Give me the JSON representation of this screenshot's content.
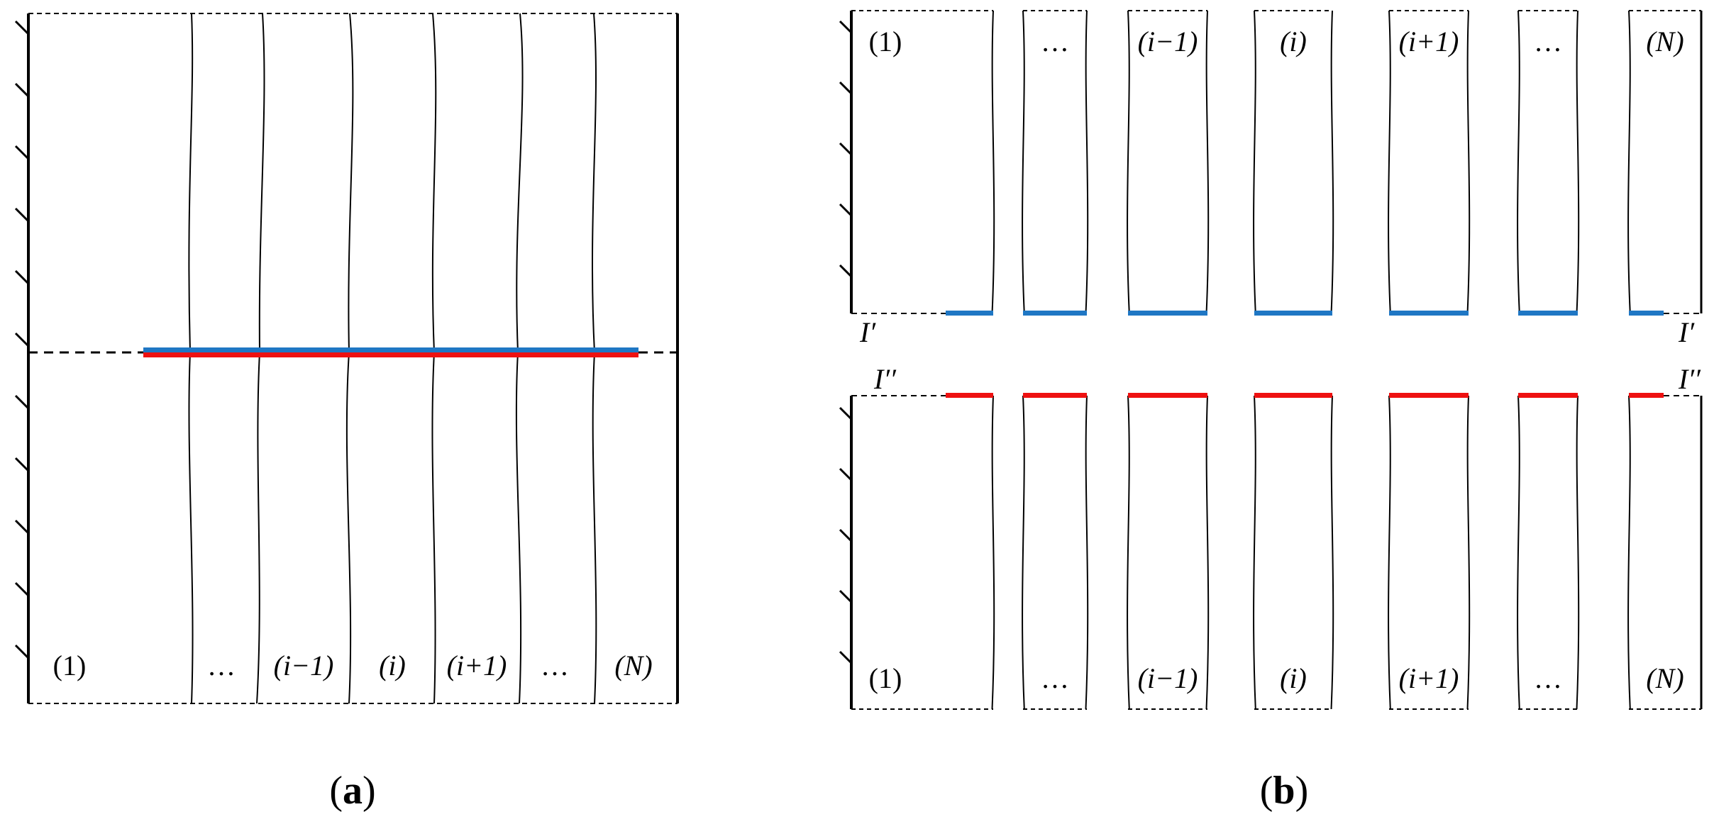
{
  "panel_a": {
    "region_labels": [
      "(1)",
      "…",
      "(i−1)",
      "(i)",
      "(i+1)",
      "…",
      "(N)"
    ],
    "caption": {
      "open": "(",
      "letter": "a",
      "close": ")"
    }
  },
  "panel_b": {
    "region_labels": [
      "(1)",
      "…",
      "(i−1)",
      "(i)",
      "(i+1)",
      "…",
      "(N)"
    ],
    "interface_top": "I′",
    "interface_bottom": "I′′",
    "caption": {
      "open": "(",
      "letter": "b",
      "close": ")"
    }
  },
  "colors": {
    "upper_interface": "#1f77c4",
    "lower_interface": "#ee1111",
    "lines": "#000000"
  }
}
